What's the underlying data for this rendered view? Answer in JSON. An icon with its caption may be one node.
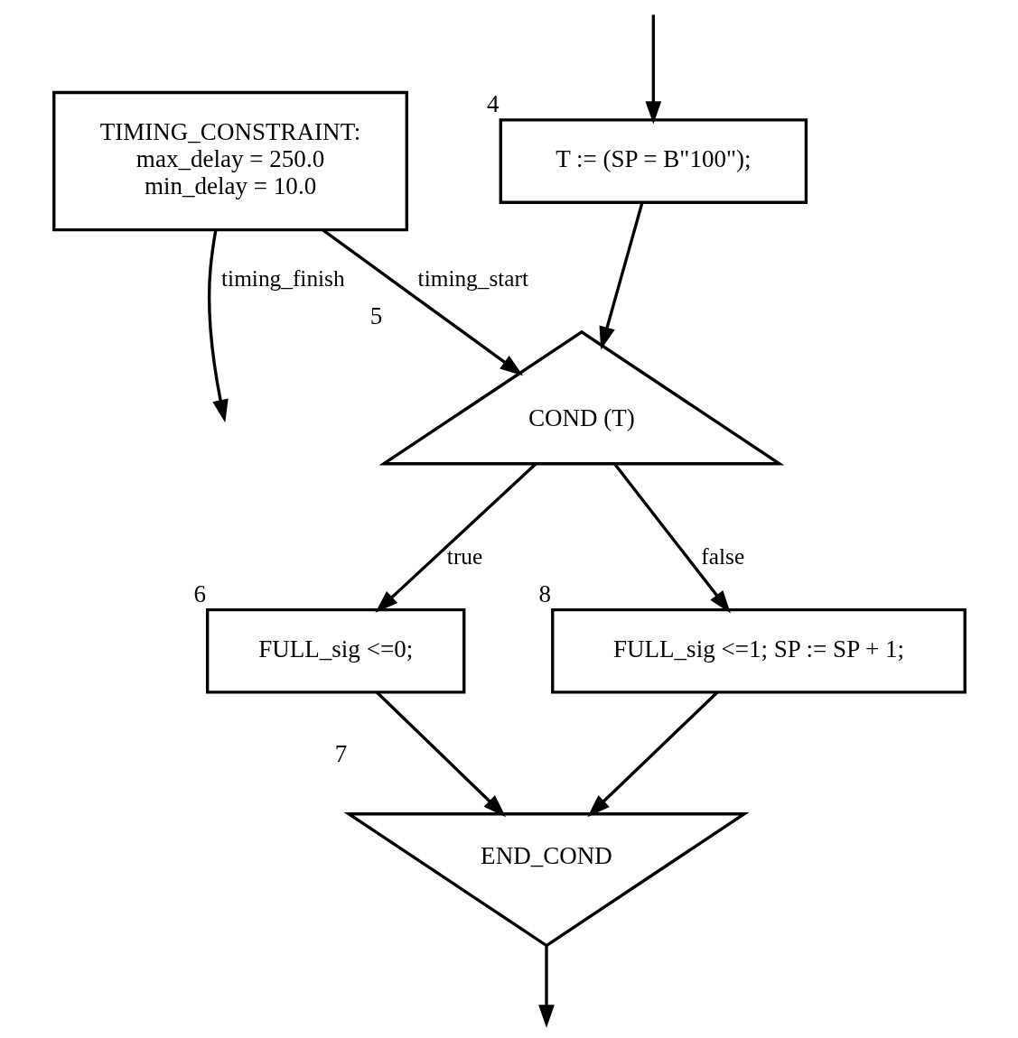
{
  "diagram": {
    "nodes": [
      {
        "text": [
          "T := (SP = B\"100\");"
        ],
        "beside": [
          "4"
        ]
      },
      {
        "text": [
          "COND (T)"
        ],
        "beside": [
          "5"
        ]
      },
      {
        "text": [
          "FULL_sig <=0;"
        ],
        "beside": [
          "6"
        ]
      },
      {
        "text": [
          "FULL_sig <=1; SP := SP + 1;"
        ],
        "beside": [
          "8"
        ]
      },
      {
        "text": [
          "END_COND"
        ],
        "beside": [
          "7"
        ]
      },
      {
        "text": [
          "TIMING_CONSTRAINT:",
          "max_delay = 250.0",
          "min_delay = 10.0"
        ]
      }
    ],
    "edges": [
      {
        "from": null,
        "to": 0,
        "arrow": "to"
      },
      {
        "from": 0,
        "to": 1,
        "arrow": "to"
      },
      {
        "from": 1,
        "to": 2,
        "arrow": "to",
        "label": "true"
      },
      {
        "from": 1,
        "to": 3,
        "arrow": "to",
        "label": "false"
      },
      {
        "from": 2,
        "to": 4,
        "arrow": "to"
      },
      {
        "from": 3,
        "to": 4,
        "arrow": "to"
      },
      {
        "from": 4,
        "to": null,
        "arrow": "to"
      },
      {
        "from": 5,
        "to": 1,
        "arrow": "to",
        "label": "timing_start"
      },
      {
        "from": 5,
        "to": null,
        "arrow": "to",
        "label": "timing_finish"
      }
    ]
  }
}
